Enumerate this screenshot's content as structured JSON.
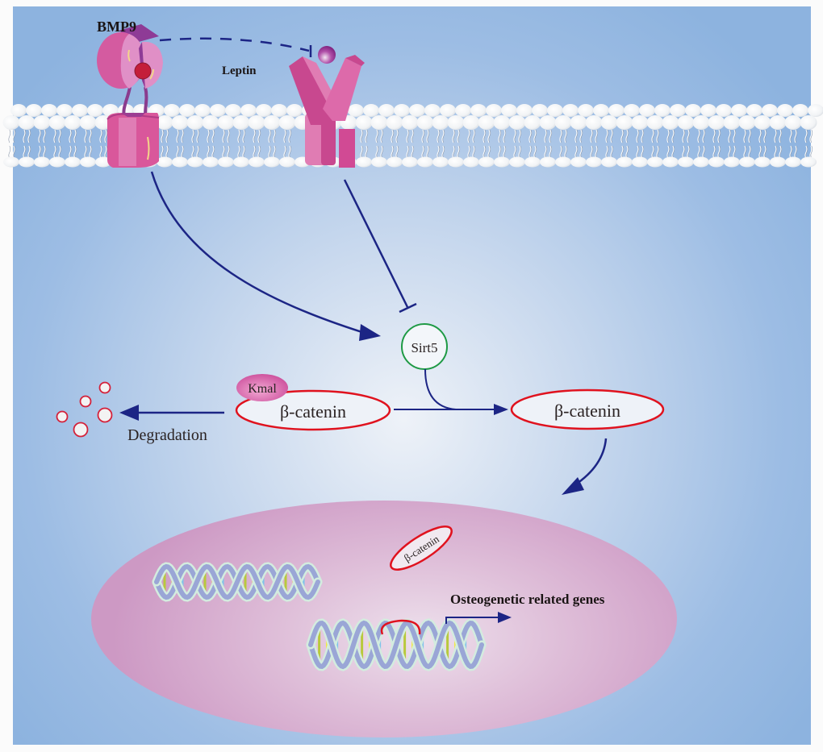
{
  "figure": {
    "type": "signaling-pathway-diagram",
    "labels": {
      "bmp9": "BMP9",
      "leptin": "Leptin",
      "sirt5": "Sirt5",
      "kmal": "Kmal",
      "beta_catenin_modified": "β-catenin",
      "beta_catenin_free": "β-catenin",
      "beta_catenin_nuclear": "β-catenin",
      "degradation": "Degradation",
      "osteogenetic_genes": "Osteogenetic related genes"
    },
    "relations": [
      {
        "from": "BMP9",
        "to": "Leptin",
        "kind": "inhibition",
        "style": "dashed"
      },
      {
        "from": "BMP9 receptor",
        "to": "Sirt5",
        "kind": "activation"
      },
      {
        "from": "Leptin receptor",
        "to": "Sirt5",
        "kind": "inhibition"
      },
      {
        "from": "Sirt5",
        "to": "β-catenin (demalonylation)",
        "kind": "activation"
      },
      {
        "from": "Kmal β-catenin",
        "to": "Degradation",
        "kind": "activation"
      },
      {
        "from": "β-catenin",
        "to": "Nucleus",
        "kind": "translocation"
      },
      {
        "from": "Nuclear β-catenin",
        "to": "Osteogenetic related genes",
        "kind": "transcription"
      }
    ],
    "colors": {
      "background_edge": "#8db3df",
      "background_center": "#eaf0f7",
      "arrow": "#1c2585",
      "receptor": "#d9579b",
      "nucleus": "#cf9dc6",
      "sirt5_ring": "#1f9a45",
      "catenin_ring": "#e0121e",
      "kmal": "#c94a98"
    }
  }
}
